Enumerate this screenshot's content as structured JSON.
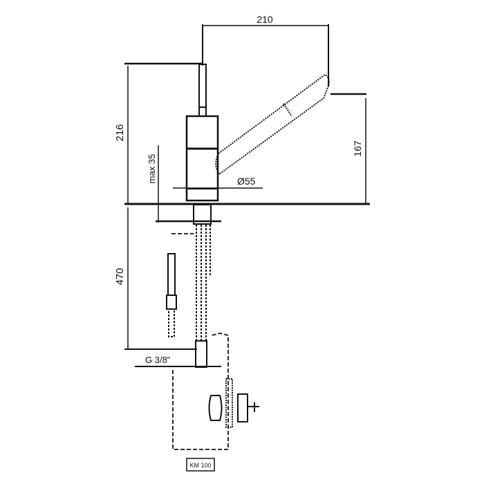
{
  "dimensions": {
    "width_210": "210",
    "height_216": "216",
    "height_167": "167",
    "max_35": "max 35",
    "diameter_55": "Ø55",
    "hose_470": "470",
    "thread": "G 3/8\""
  },
  "part_label": "KM 100",
  "colors": {
    "line": "#111111",
    "background": "#ffffff"
  }
}
